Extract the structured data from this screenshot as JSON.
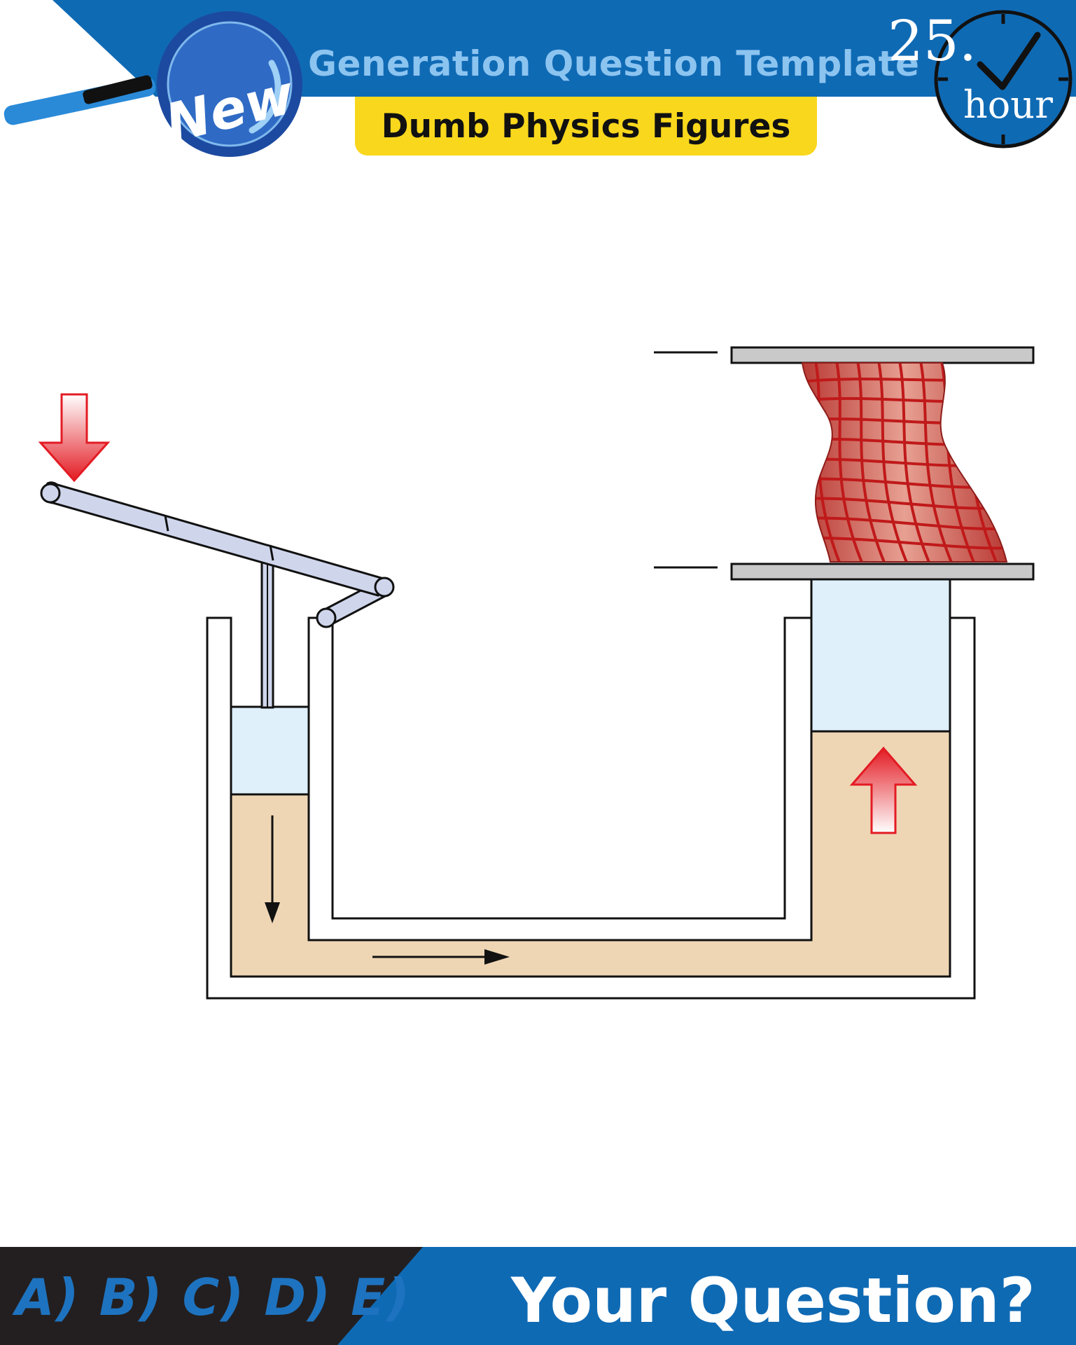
{
  "header": {
    "title": "Generation Question Template",
    "subtitle": "Dumb Physics Figures",
    "badge": "New",
    "timer_number": "25.",
    "timer_unit": "hour",
    "icons": [
      "magnifier-icon",
      "clock-check-icon"
    ]
  },
  "footer": {
    "options": "A) B) C) D) E)",
    "question": "Your Question?"
  },
  "diagram": {
    "subject": "hydraulic press",
    "icons": [
      "down-arrow-red-icon",
      "up-arrow-red-icon",
      "flow-down-arrow-icon",
      "flow-right-arrow-icon",
      "lever-handle-icon",
      "compressed-material-icon"
    ]
  },
  "colors": {
    "header_blue": "#0f6ab4",
    "title_blue": "#8cc4f0",
    "pill_yellow": "#f9d71c",
    "footer_dark": "#231f20",
    "fluid": "#eed6b5",
    "air": "#dff0fb",
    "arrow_red": "#e31b23",
    "material_red": "#c9504b",
    "lever": "#cfd6ec"
  }
}
